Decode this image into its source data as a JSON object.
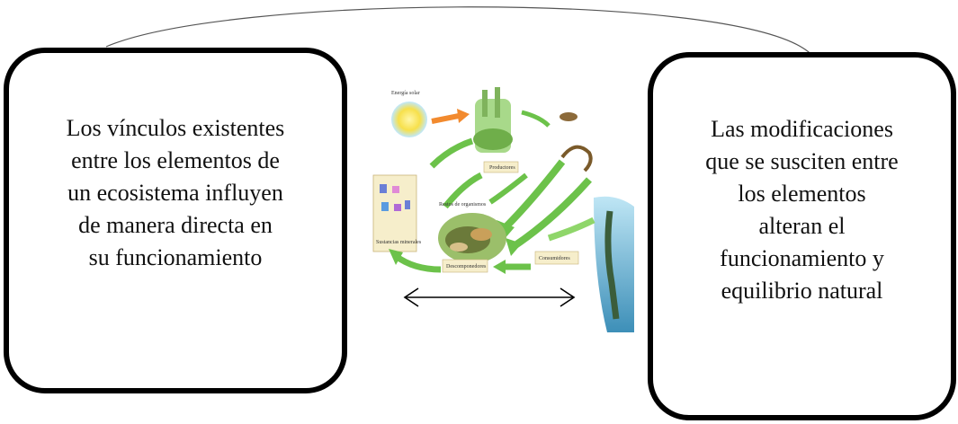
{
  "left_box": {
    "text": "Los vínculos existentes\nentre los elementos de\nun ecosistema influyen\nde manera directa en\nsu funcionamiento"
  },
  "right_box": {
    "text": "Las modificaciones\nque se susciten entre\nlos elementos\nalteran el\nfuncionamiento y\nequilibrio natural"
  },
  "cycle_diagram": {
    "labels": {
      "sun": "Energía solar",
      "producers": "Productores",
      "minerals": "Sustancias minerales",
      "decomposers_scene": "Restos de organismos",
      "decomposers": "Descomponedores",
      "consumers": "Consumidores"
    }
  },
  "colors": {
    "outline": "#000000",
    "arc": "#555555",
    "arrow_green": "#6cc24a",
    "sun": "#f7e04b",
    "label_box": "#f6eecb"
  }
}
